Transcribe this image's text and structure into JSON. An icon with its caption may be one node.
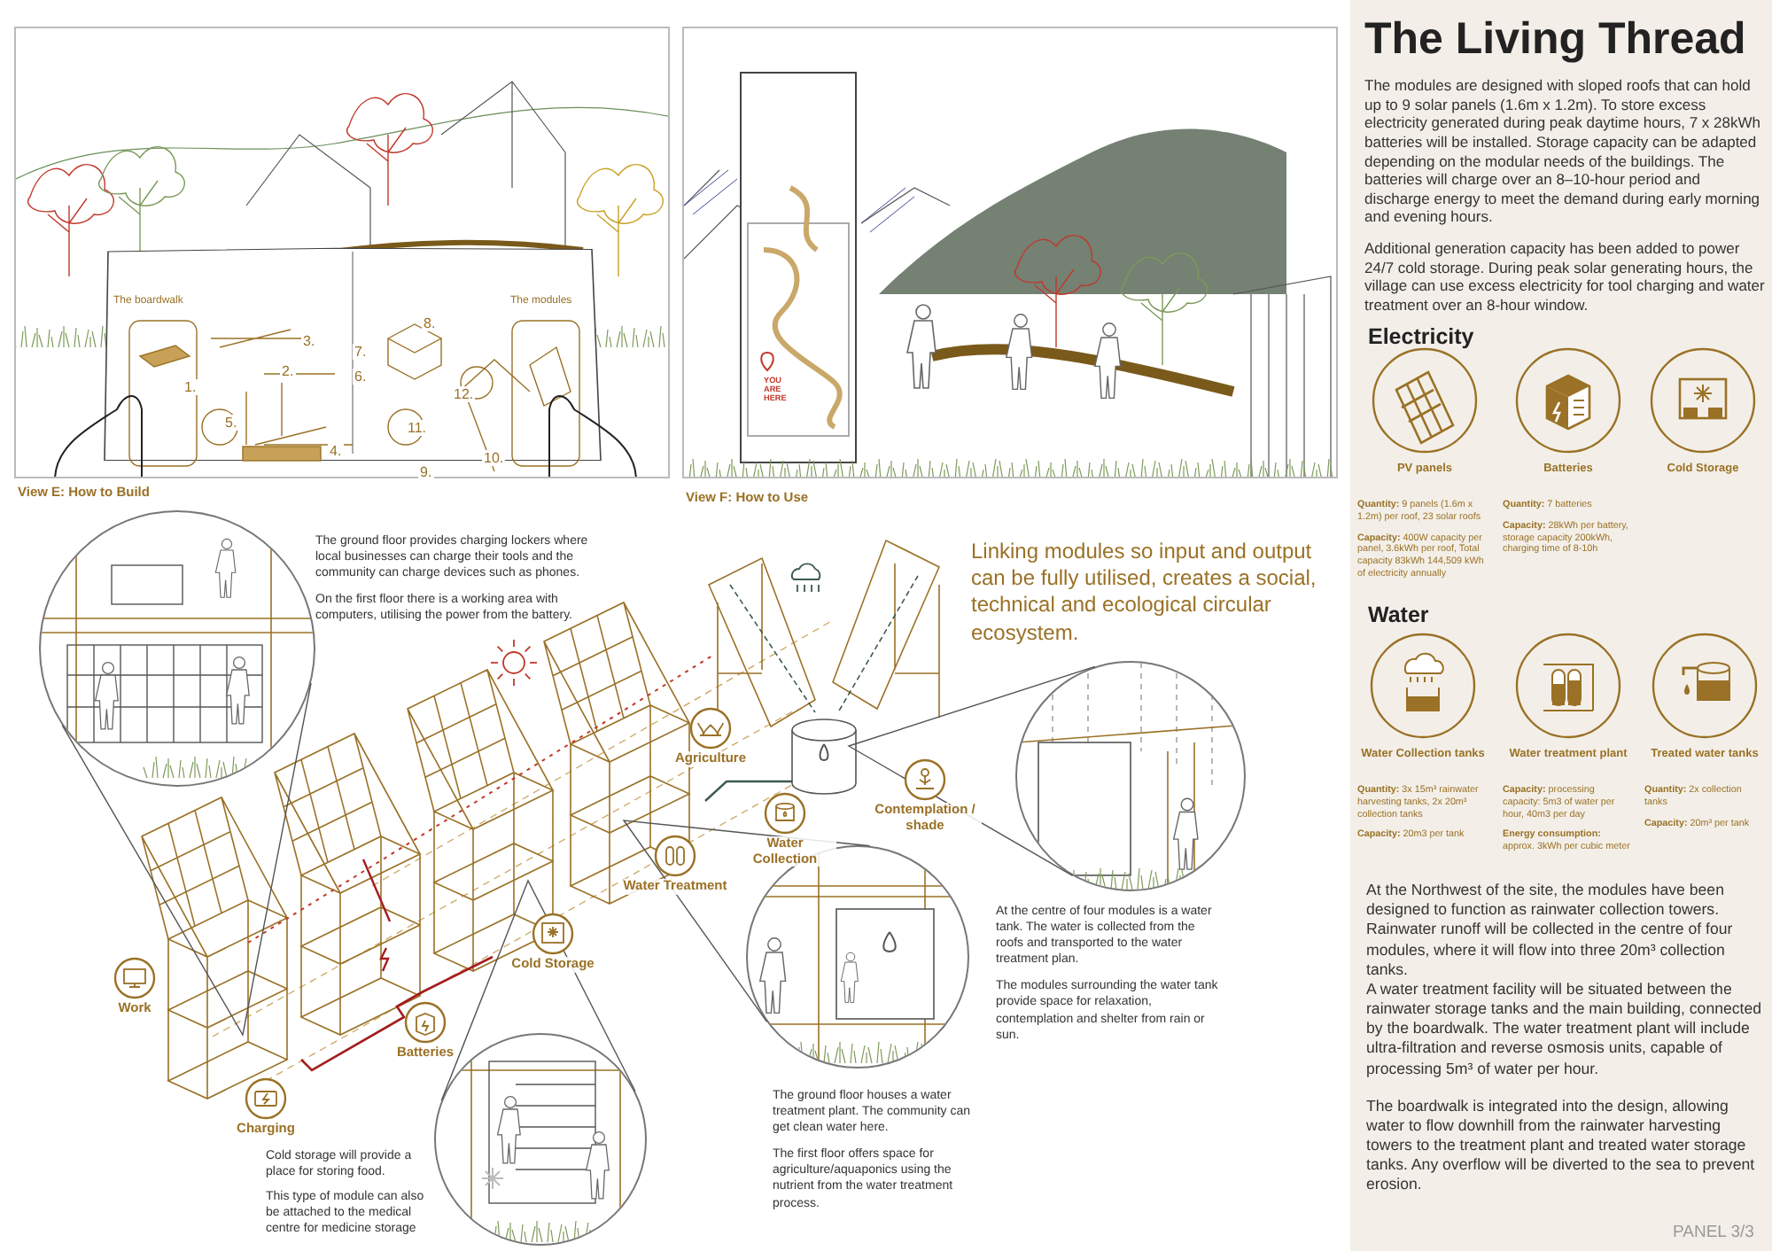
{
  "diagram": {
    "title": "The Living Thread",
    "nodes": [
      {
        "text": [],
        "shape": "picture",
        "beside": [
          "View E: How to Build"
        ]
      },
      {
        "text": [],
        "shape": "picture",
        "beside": [
          "View F: How to Use"
        ]
      },
      {
        "text": [],
        "shape": "picture"
      },
      {
        "text": [
          "Agriculture"
        ]
      },
      {
        "text": [
          "Contemplation / shade"
        ]
      },
      {
        "text": [
          "Water Collection"
        ]
      },
      {
        "text": [
          "Water Treatment"
        ]
      },
      {
        "text": [
          "Cold Storage"
        ]
      },
      {
        "text": [
          "Work"
        ]
      },
      {
        "text": [
          "Batteries"
        ]
      },
      {
        "text": [],
        "shape": "picture"
      },
      {
        "text": [],
        "shape": "picture"
      },
      {
        "text": [
          "Charging"
        ]
      },
      {
        "text": [],
        "shape": "picture"
      },
      {
        "text": [
          "PV panels"
        ],
        "beside": [
          "**Quantity:** 9 panels (1.6m x 1.2m) per roof, 23 solar roofs",
          "**Capacity:** 400W capacity per panel, 3.6kWh per roof, Total capacity 83kWh 144,509 kWh of electricity annually"
        ]
      },
      {
        "text": [
          "Batteries"
        ],
        "beside": [
          "**Quantity:** 7 batteries",
          "**Capacity:** 28kWh per battery, storage capacity 200kWh, charging time of 8-10h"
        ]
      },
      {
        "text": [
          "Cold Storage"
        ]
      },
      {
        "text": [
          "Water Collection tanks"
        ],
        "beside": [
          "**Quantity:** 3x 15m³ rainwater harvesting tanks, 2x 20m³ collection tanks",
          "**Capacity:** 20m3 per tank"
        ]
      },
      {
        "text": [
          "Water treatment plant"
        ],
        "beside": [
          "**Capacity:** processing capacity: 5m3 of water per hour, 40m3 per day",
          "**Energy consumption:** approx. 3kWh per cubic meter"
        ]
      },
      {
        "text": [
          "Treated water tanks"
        ],
        "beside": [
          "**Quantity:** 2x collection tanks",
          "**Capacity:** 20m³ per tank"
        ]
      }
    ],
    "edges": [
      {
        "from": 2,
        "to": null,
        "arrow": "none"
      },
      {
        "from": 10,
        "to": null,
        "arrow": "none"
      },
      {
        "from": 11,
        "to": null,
        "arrow": "none"
      },
      {
        "from": 13,
        "to": null,
        "arrow": "none"
      }
    ],
    "labels": [
      "The boardwalk",
      "The modules",
      "1.",
      "2.",
      "3.",
      "4.",
      "5.",
      "6.",
      "7.",
      "8.",
      "9.",
      "10.",
      "11.",
      "12.",
      "YOU ARE HERE",
      "The modules are designed with sloped roofs that can hold up to 9 solar panels (1.6m x 1.2m). To store excess electricity generated during peak daytime hours, 7 x 28kWh batteries will be installed. Storage capacity can be adapted depending on the modular needs of the buildings. The batteries will charge over an 8–10-hour period and discharge energy to meet the demand during early morning and evening hours.",
      "Additional generation capacity has been added to power 24/7 cold storage. During peak solar generating hours, the village can use excess electricity for tool charging and water treatment over an 8-hour window.",
      "Electricity",
      "The ground floor provides charging lockers where local businesses can charge their tools and the community can charge devices such as phones.",
      "On the first floor there is a working area with computers, utilising the power from the battery.",
      "Linking modules so input and output can be fully utilised, creates a social, technical and ecological circular ecosystem.",
      "Water",
      "At the centre of four modules is a water tank. The water is collected from the roofs and transported to the water treatment plan.",
      "The modules surrounding the water tank provide space for relaxation, contemplation and shelter from rain or sun.",
      "The ground floor houses a water treatment plant. The community can get clean water here.",
      "The first floor offers space for agriculture/aquaponics using the nutrient from the water treatment process.",
      "Cold storage will provide a place for storing food.",
      "This type of module can also be attached to the medical centre for medicine storage",
      "At the Northwest of the site, the modules have been designed to function as rainwater collection towers. Rainwater runoff will be collected in the centre of four modules, where it will flow into three 20m³ collection tanks.",
      "A water treatment facility will be situated between the rainwater storage tanks and the main building, connected by the boardwalk.  The water treatment plant will include ultra-filtration and reverse osmosis units, capable of processing 5m³ of water per hour.",
      "The boardwalk is integrated into the design, allowing water to flow downhill from the rainwater harvesting towers to the treatment plant and treated water storage tanks. Any overflow will be diverted to the sea to prevent erosion.",
      "PANEL 3/3"
    ]
  }
}
